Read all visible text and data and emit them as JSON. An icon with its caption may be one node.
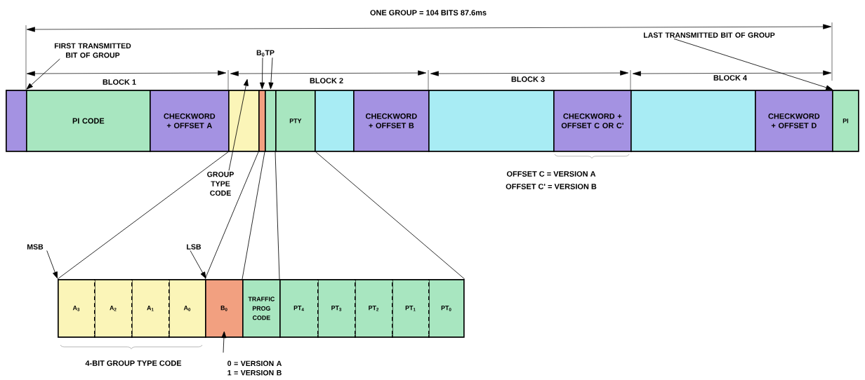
{
  "diagram": {
    "nodes": [
      {
        "text": [],
        "shape": "box"
      },
      {
        "text": [
          "PI CODE"
        ]
      },
      {
        "text": [
          "CHECKWORD + OFFSET A"
        ]
      },
      {
        "text": [],
        "shape": "box"
      },
      {
        "text": [],
        "shape": "box"
      },
      {
        "text": [],
        "shape": "box"
      },
      {
        "text": [
          "PTY"
        ]
      },
      {
        "text": [],
        "shape": "box"
      },
      {
        "text": [
          "CHECKWORD + OFFSET B"
        ]
      },
      {
        "text": [],
        "shape": "box"
      },
      {
        "text": [
          "CHECKWORD + OFFSET C OR C'"
        ]
      },
      {
        "text": [],
        "shape": "box"
      },
      {
        "text": [
          "CHECKWORD + OFFSET D"
        ]
      },
      {
        "text": [
          "PI"
        ]
      },
      {
        "text": [
          "A$_{3}$"
        ]
      },
      {
        "text": [
          "A$_{2}$"
        ]
      },
      {
        "text": [
          "A$_{1}$"
        ]
      },
      {
        "text": [
          "A$_{0}$"
        ]
      },
      {
        "text": [
          "B$_{0}$"
        ]
      },
      {
        "text": [
          "TRAFFIC PROG CODE"
        ]
      },
      {
        "text": [
          "PT$_{4}$"
        ]
      },
      {
        "text": [
          "PT$_{3}$"
        ]
      },
      {
        "text": [
          "PT$_{2}$"
        ]
      },
      {
        "text": [
          "PT$_{1}$"
        ]
      },
      {
        "text": [
          "PT$_{0}$"
        ]
      },
      {
        "text": [
          "FIRST TRANSMITTED BIT OF GROUP"
        ]
      },
      {
        "text": [
          "LAST TRANSMITTED BIT OF GROUP"
        ]
      },
      {
        "text": [
          "B$_{0}$TP"
        ]
      },
      {
        "text": [
          "GROUP TYPE CODE"
        ]
      },
      {
        "text": [
          "MSB"
        ]
      },
      {
        "text": [
          "LSB"
        ]
      },
      {
        "text": [
          "0 = VERSION A",
          "1 = VERSION B"
        ]
      }
    ],
    "edges": [
      {
        "from": 25,
        "to": 1,
        "arrow": "to"
      },
      {
        "from": 26,
        "to": 12,
        "arrow": "to"
      },
      {
        "from": 27,
        "to": 4,
        "arrow": "to"
      },
      {
        "from": 27,
        "to": 5,
        "arrow": "to"
      },
      {
        "from": 28,
        "to": 3,
        "arrow": "to"
      },
      {
        "from": 29,
        "to": 14,
        "arrow": "to"
      },
      {
        "from": 30,
        "to": 17,
        "arrow": "to"
      },
      {
        "from": 31,
        "to": 18,
        "arrow": "to"
      },
      {
        "from": 3,
        "to": 14,
        "arrow": "none"
      },
      {
        "from": 4,
        "to": 18,
        "arrow": "none"
      },
      {
        "from": 5,
        "to": 19,
        "arrow": "none"
      },
      {
        "from": 6,
        "to": 20,
        "arrow": "none"
      },
      {
        "from": 6,
        "to": 24,
        "arrow": "none"
      }
    ],
    "labels": [
      "ONE GROUP = 104 BITS 87.6ms",
      "BLOCK 1",
      "BLOCK 2",
      "BLOCK 3",
      "BLOCK 4",
      "OFFSET C = VERSION A",
      "OFFSET C' = VERSION B",
      "4-BIT GROUP TYPE CODE"
    ]
  }
}
